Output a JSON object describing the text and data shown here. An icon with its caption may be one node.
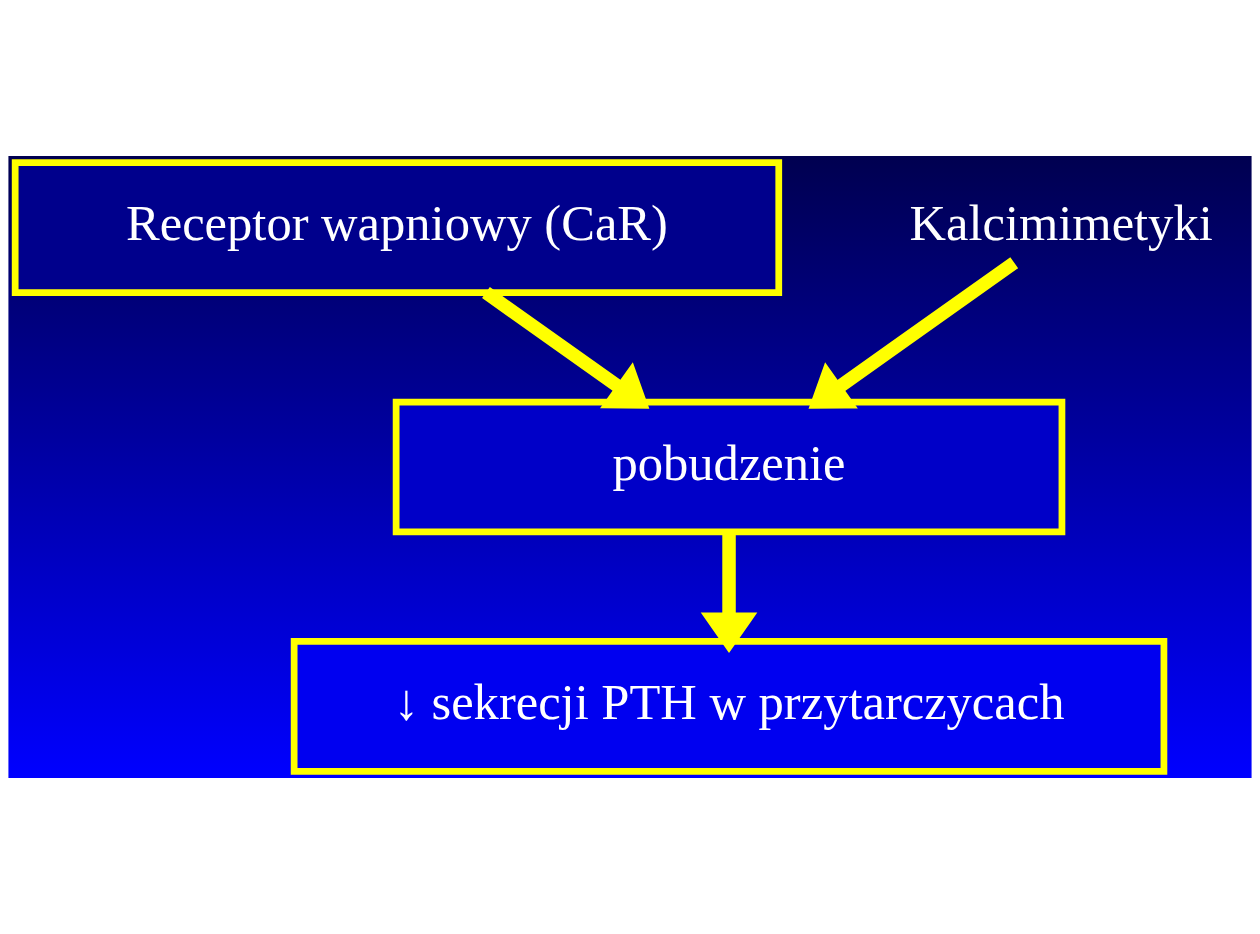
{
  "diagram": {
    "nodes": [
      {
        "text": [
          "Receptor wapniowy (CaR)"
        ]
      },
      {
        "text": [
          "Kalcimimetyki"
        ]
      },
      {
        "text": [
          "pobudzenie"
        ]
      },
      {
        "text": [
          "↓ sekrecji PTH w przytarczycach"
        ]
      }
    ],
    "edges": [
      {
        "from": 0,
        "to": 2,
        "arrow": "to"
      },
      {
        "from": 1,
        "to": 2,
        "arrow": "to"
      },
      {
        "from": 2,
        "to": 3,
        "arrow": "to"
      }
    ]
  }
}
